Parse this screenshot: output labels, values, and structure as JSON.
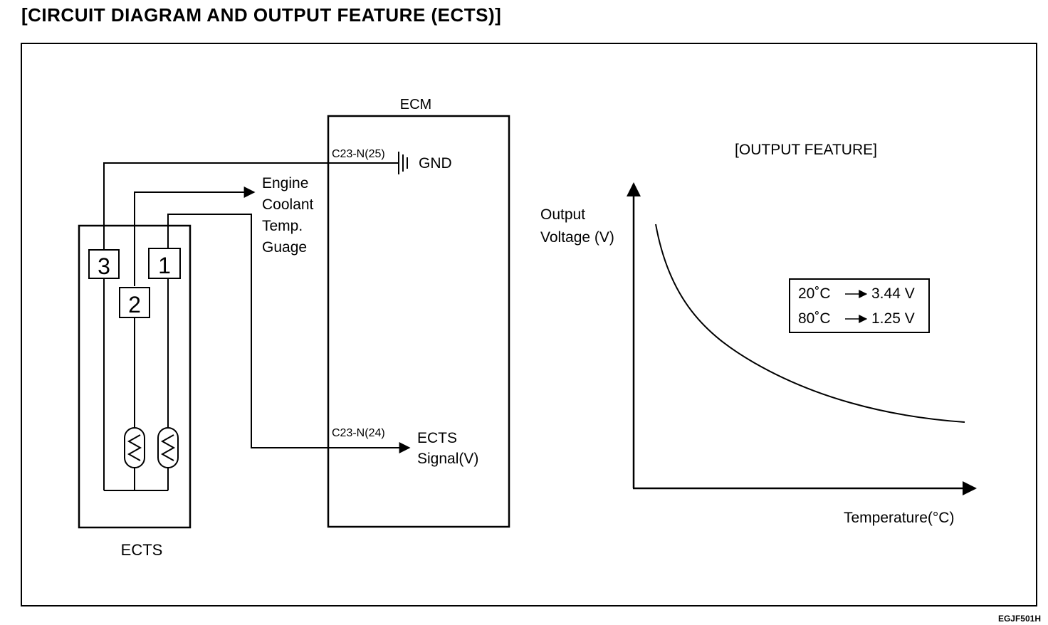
{
  "title": "[CIRCUIT DIAGRAM AND OUTPUT FEATURE (ECTS)]",
  "doc_code": "EGJF501H",
  "ecm": {
    "label": "ECM",
    "gnd_pin": "C23-N(25)",
    "gnd_label": "GND",
    "signal_pin": "C23-N(24)",
    "signal_label_line1": "ECTS",
    "signal_label_line2": "Signal(V)"
  },
  "gauge": {
    "line1": "Engine",
    "line2": "Coolant",
    "line3": "Temp.",
    "line4": "Guage"
  },
  "ects": {
    "label": "ECTS",
    "terminals": [
      "3",
      "2",
      "1"
    ]
  },
  "output_feature": {
    "title": "[OUTPUT FEATURE]",
    "ylabel_line1": "Output",
    "ylabel_line2": "Voltage (V)",
    "xlabel": "Temperature(°C)",
    "note_line1_temp": "20˚C",
    "note_line1_volt": "3.44 V",
    "note_line2_temp": "80˚C",
    "note_line2_volt": "1.25 V"
  },
  "colors": {
    "ink": "#000000",
    "background": "#ffffff"
  }
}
